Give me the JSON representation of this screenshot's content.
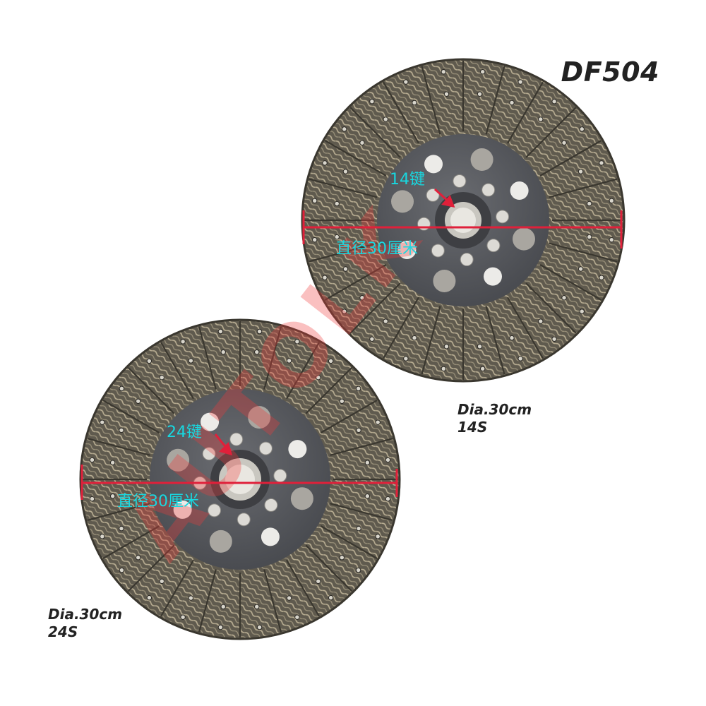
{
  "model_label": "DF504",
  "colors": {
    "background": "#ffffff",
    "friction": "#6b6658",
    "friction_dark": "#3d3a33",
    "hub_plate": "#55575c",
    "measure_line": "#e0203a",
    "annotation_text": "#18d8e0",
    "watermark": "#ee3b3b"
  },
  "disc_top": {
    "keys_label": "14键",
    "diameter_label": "直径30厘米",
    "spec_line1": "Dia.30cm",
    "spec_line2": "14S"
  },
  "disc_bottom": {
    "keys_label": "24键",
    "diameter_label": "直径30厘米",
    "spec_line1": "Dia.30cm",
    "spec_line2": "24S"
  },
  "watermark_text": "AUTOLK"
}
